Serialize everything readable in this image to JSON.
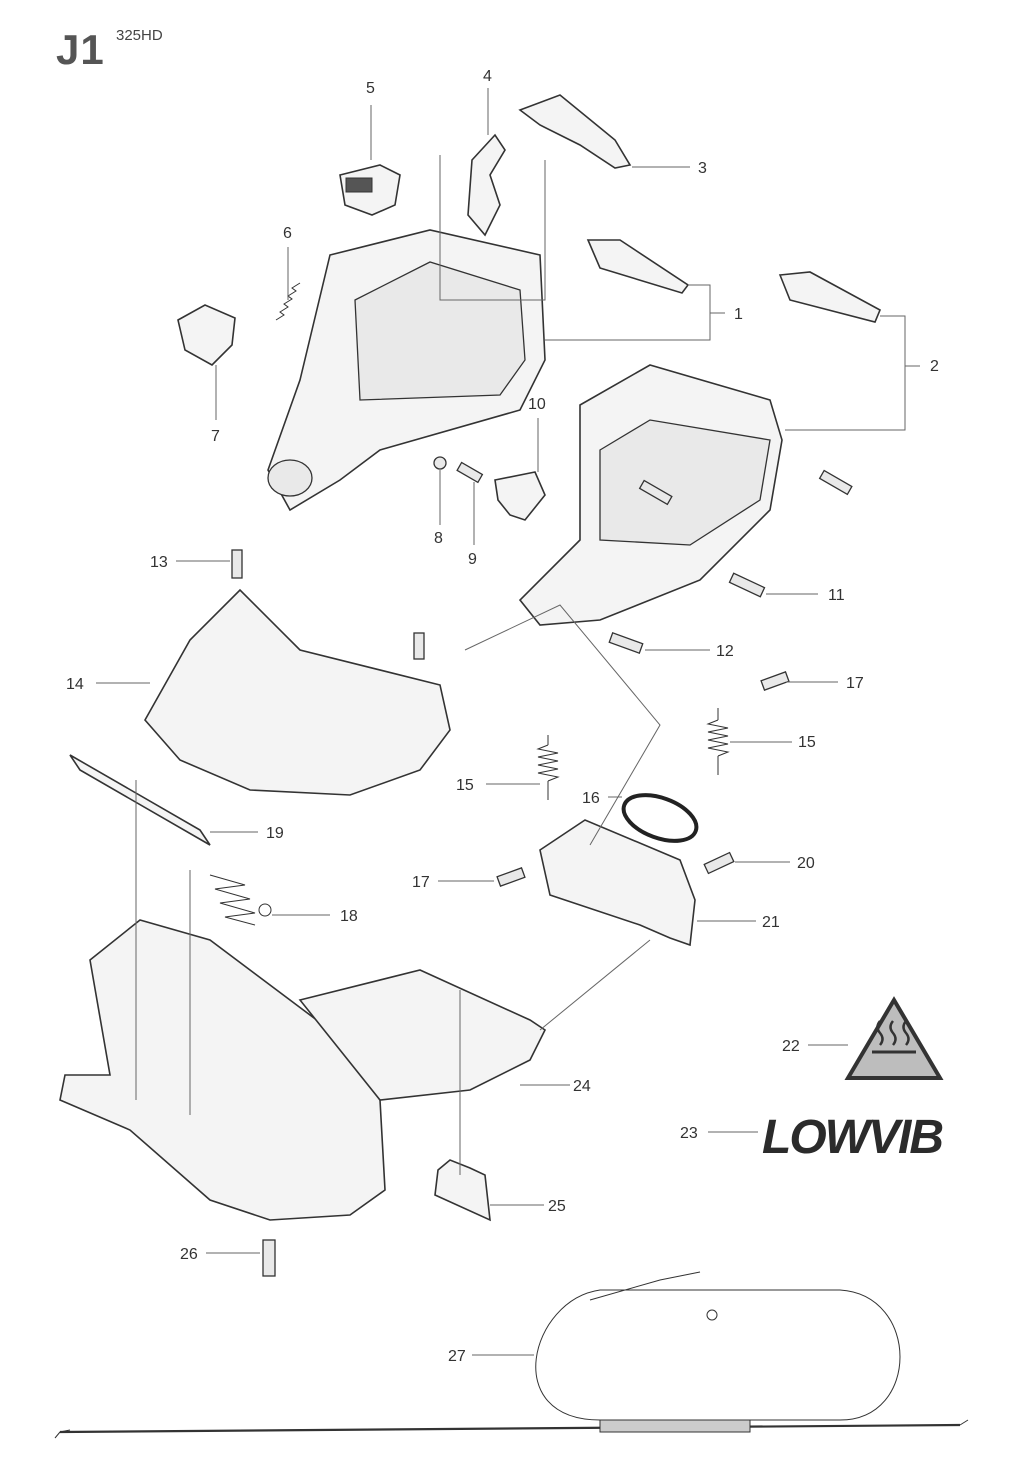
{
  "page": {
    "title": "J1",
    "model": "325HD"
  },
  "callouts": {
    "c1": "1",
    "c2": "2",
    "c3": "3",
    "c4": "4",
    "c5": "5",
    "c6": "6",
    "c7": "7",
    "c8": "8",
    "c9": "9",
    "c10": "10",
    "c11": "11",
    "c12": "12",
    "c13": "13",
    "c14": "14",
    "c15a": "15",
    "c15b": "15",
    "c16": "16",
    "c17a": "17",
    "c17b": "17",
    "c18": "18",
    "c19": "19",
    "c20": "20",
    "c21": "21",
    "c22": "22",
    "c23": "23",
    "c24": "24",
    "c25": "25",
    "c26": "26",
    "c27": "27"
  },
  "decals": {
    "lowvib": "LOWVIB"
  },
  "colors": {
    "line": "#333333",
    "fill": "#f4f4f4",
    "warning_border": "#333333"
  }
}
